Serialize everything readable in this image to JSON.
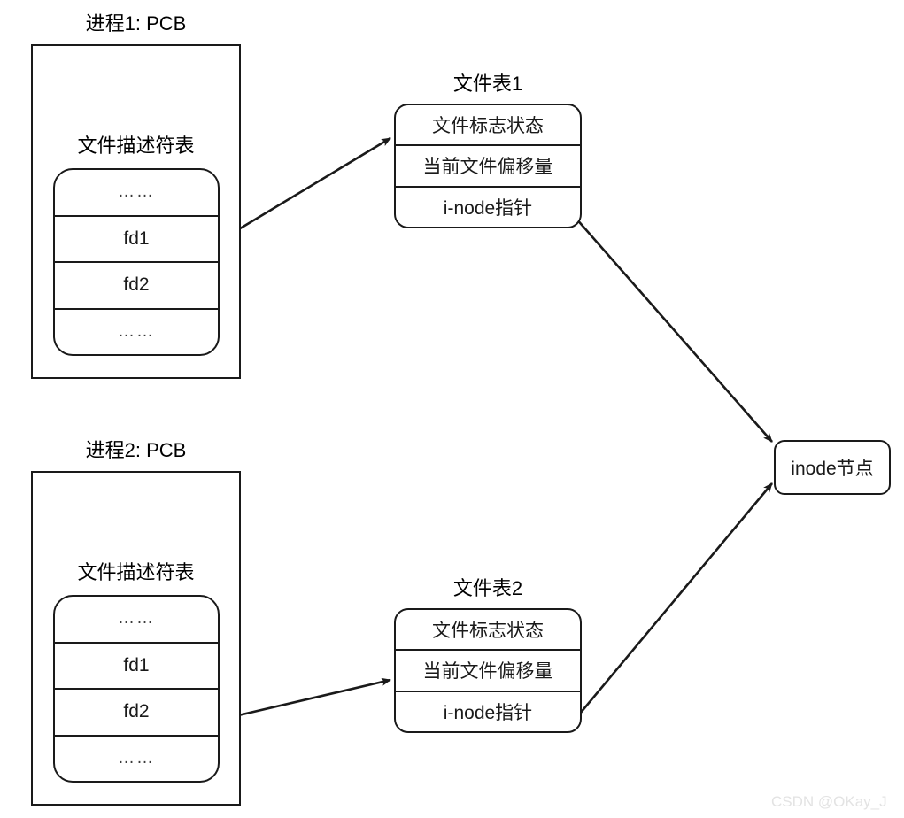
{
  "diagram": {
    "title_watermark": "CSDN @OKay_J",
    "processes": [
      {
        "caption": "进程1: PCB",
        "fd_table_caption": "文件描述符表",
        "fd_rows": [
          "……",
          "fd1",
          "fd2",
          "……"
        ]
      },
      {
        "caption": "进程2: PCB",
        "fd_table_caption": "文件描述符表",
        "fd_rows": [
          "……",
          "fd1",
          "fd2",
          "……"
        ]
      }
    ],
    "file_tables": [
      {
        "caption": "文件表1",
        "rows": [
          "文件标志状态",
          "当前文件偏移量",
          "i-node指针"
        ]
      },
      {
        "caption": "文件表2",
        "rows": [
          "文件标志状态",
          "当前文件偏移量",
          "i-node指针"
        ]
      }
    ],
    "inode": {
      "label": "inode节点"
    },
    "colors": {
      "stroke": "#1a1a1a",
      "background": "#ffffff",
      "watermark": "#e3e3e3"
    }
  }
}
